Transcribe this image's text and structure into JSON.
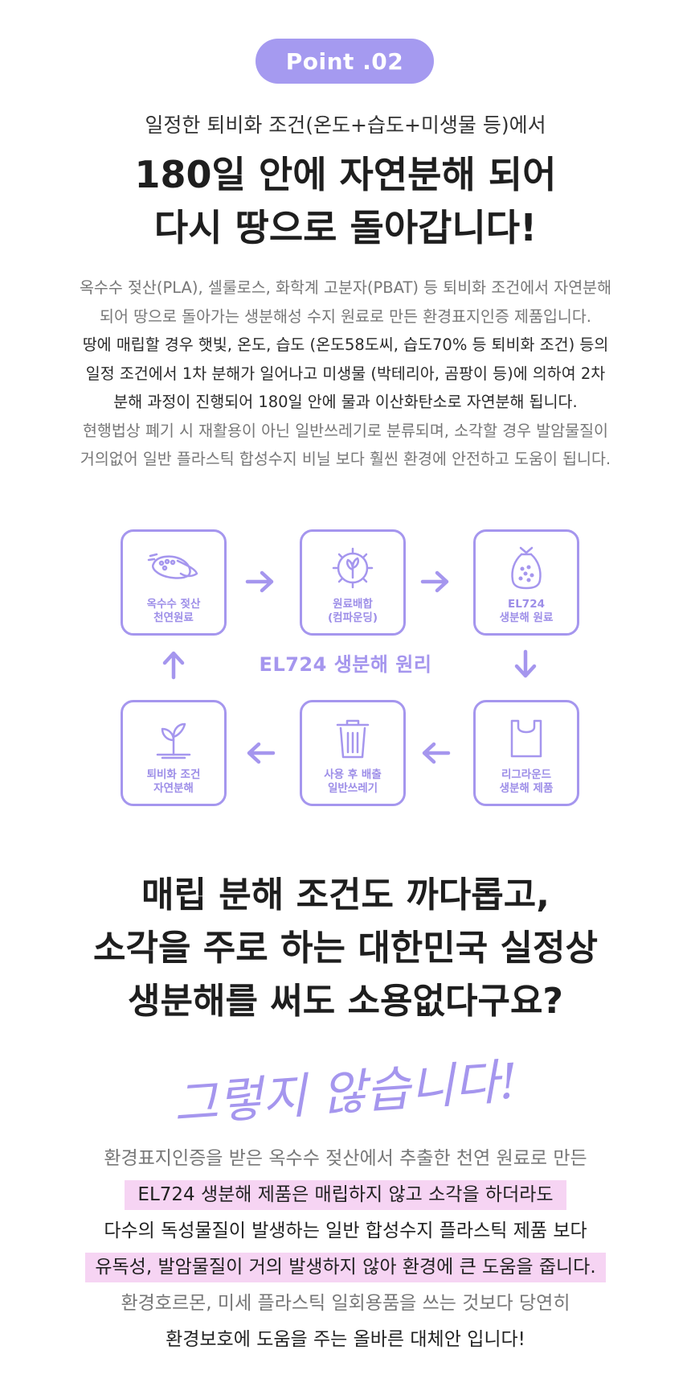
{
  "badge": {
    "label": "Point .02"
  },
  "header": {
    "subtitle": "일정한 퇴비화 조건(온도+습도+미생물 등)에서",
    "headline_line1": "180일 안에 자연분해 되어",
    "headline_line2": "다시 땅으로 돌아갑니다!"
  },
  "description": [
    {
      "text": "옥수수 젖산(PLA), 셀룰로스, 화학계 고분자(PBAT) 등 퇴비화 조건에서 자연분해",
      "tone": "light"
    },
    {
      "text": "되어 땅으로 돌아가는 생분해성 수지 원료로 만든 환경표지인증 제품입니다.",
      "tone": "light"
    },
    {
      "text": "땅에 매립할 경우 햇빛, 온도, 습도 (온도58도씨, 습도70% 등 퇴비화 조건) 등의",
      "tone": "dark"
    },
    {
      "text": "일정 조건에서 1차 분해가 일어나고 미생물 (박테리아, 곰팡이 등)에 의하여 2차",
      "tone": "dark"
    },
    {
      "text": "분해 과정이 진행되어 180일 안에 물과 이산화탄소로 자연분해 됩니다.",
      "tone": "dark"
    },
    {
      "text": "현행법상 폐기 시 재활용이 아닌 일반쓰레기로 분류되며, 소각할 경우 발암물질이",
      "tone": "light"
    },
    {
      "text": "거의없어 일반 플라스틱 합성수지 비닐 보다 훨씬 환경에 안전하고 도움이 됩니다.",
      "tone": "light"
    }
  ],
  "diagram": {
    "title": "EL724 생분해 원리",
    "accent": "#a596ee",
    "steps": [
      {
        "icon": "corn-icon",
        "line1": "옥수수 젖산",
        "line2": "천연원료"
      },
      {
        "icon": "gear-leaf-icon",
        "line1": "원료배합",
        "line2": "(컴파운딩)"
      },
      {
        "icon": "sack-icon",
        "line1": "EL724",
        "line2": "생분해 원료"
      },
      {
        "icon": "bag-icon",
        "line1": "리그라운드",
        "line2": "생분해 제품"
      },
      {
        "icon": "trash-icon",
        "line1": "사용 후 배출",
        "line2": "일반쓰레기"
      },
      {
        "icon": "sprout-icon",
        "line1": "퇴비화 조건",
        "line2": "자연분해"
      }
    ]
  },
  "question": {
    "line1": "매립 분해 조건도 까다롭고,",
    "line2": "소각을 주로 하는 대한민국 실정상",
    "line3": "생분해를 써도 소용없다구요?"
  },
  "answer_script": "그렇지 않습니다!",
  "closing": {
    "line1": "환경표지인증을 받은 옥수수 젖산에서 추출한 천연 원료로 만든",
    "line2": "EL724 생분해 제품은 매립하지 않고 소각을 하더라도",
    "line3": "다수의 독성물질이 발생하는 일반 합성수지 플라스틱 제품 보다",
    "line4": "유독성, 발암물질이 거의 발생하지 않아 환경에 큰 도움을 줍니다.",
    "line5": "환경호르몬, 미세 플라스틱 일회용품을 쓰는 것보다 당연히",
    "line6": "환경보호에 도움을 주는 올바른 대체안 입니다!",
    "highlight_color": "#f6d4f3"
  }
}
